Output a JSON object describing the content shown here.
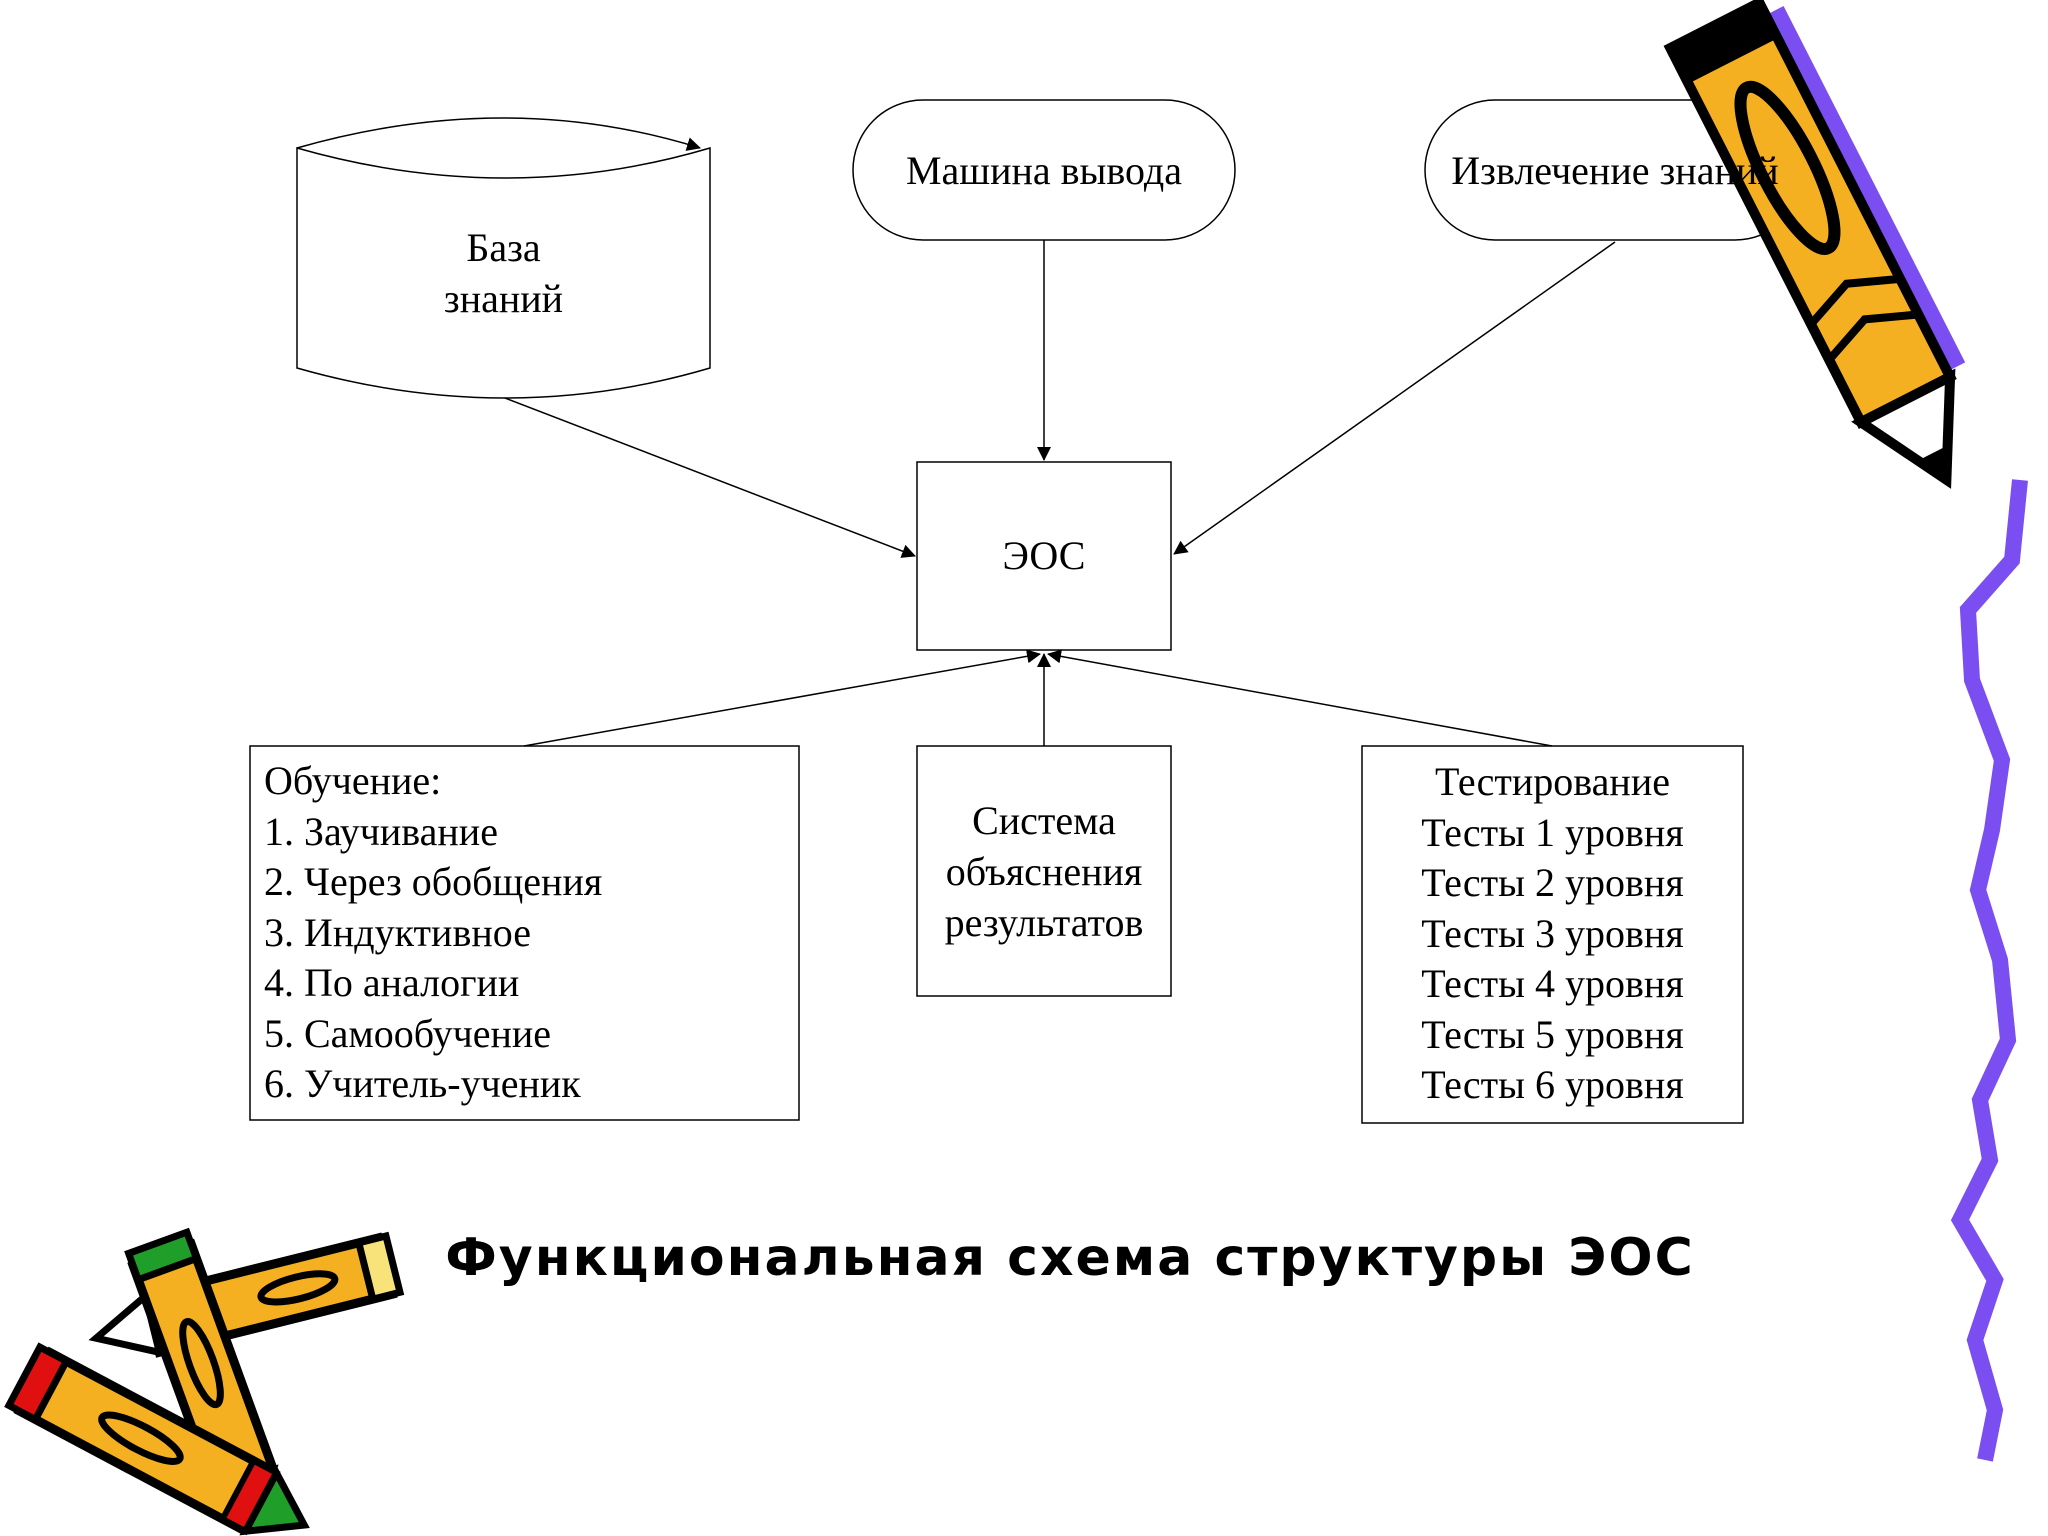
{
  "nodes": {
    "knowledge_base": {
      "lines": [
        "База",
        "знаний"
      ]
    },
    "inference_engine": {
      "label": "Машина вывода"
    },
    "knowledge_extraction": {
      "label": "Извлечение знаний"
    },
    "eos": {
      "label": "ЭОС"
    },
    "learning": {
      "header": "Обучение:",
      "items": [
        "1. Заучивание",
        "2. Через обобщения",
        "3. Индуктивное",
        "4. По аналогии",
        "5. Самообучение",
        "6. Учитель-ученик"
      ]
    },
    "explanation": {
      "lines": [
        "Система",
        "объяснения",
        "результатов"
      ]
    },
    "testing": {
      "header": "Тестирование",
      "items": [
        "Тесты 1 уровня",
        "Тесты 2 уровня",
        "Тесты 3 уровня",
        "Тесты 4 уровня",
        "Тесты 5 уровня",
        "Тесты 6 уровня"
      ]
    }
  },
  "caption": "Функциональная схема структуры ЭОС",
  "colors": {
    "pencil_body": "#f5b021",
    "pencil_outline": "#000000",
    "pencil_shadow": "#7b4ef2",
    "squiggle": "#7b4ef2",
    "eraser_red": "#e01010",
    "eraser_green": "#1f9e2a"
  }
}
